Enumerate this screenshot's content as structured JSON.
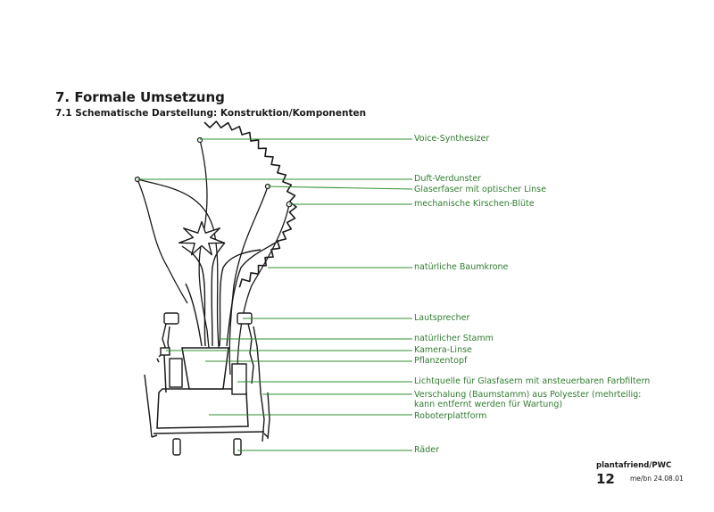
{
  "heading": {
    "title": "7. Formale Umsetzung",
    "subtitle": "7.1 Schematische Darstellung: Konstruktion/Komponenten"
  },
  "labels": [
    "Voice-Synthesizer",
    "Duft-Verdunster",
    "Glaserfaser mit optischer Linse",
    "mechanische Kirschen-Blüte",
    "natürliche Baumkrone",
    "Lautsprecher",
    "natürlicher Stamm",
    "Kamera-Linse",
    "Pflanzentopf",
    "Lichtquelle für Glasfasern mit ansteuerbaren Farbfiltern",
    "Verschalung (Baumstamm) aus Polyester (mehrteilig: kann entfernt werden für Wartung)",
    "Roboterplattform",
    "Räder"
  ],
  "footer": {
    "brand": "plantafriend/PWC",
    "page_number": "12",
    "date": "me/bn 24.08.01"
  },
  "colors": {
    "leader_line": "#2f8f2f",
    "sketch": "#1a1a1a",
    "label_text": "#2f7d2f"
  }
}
